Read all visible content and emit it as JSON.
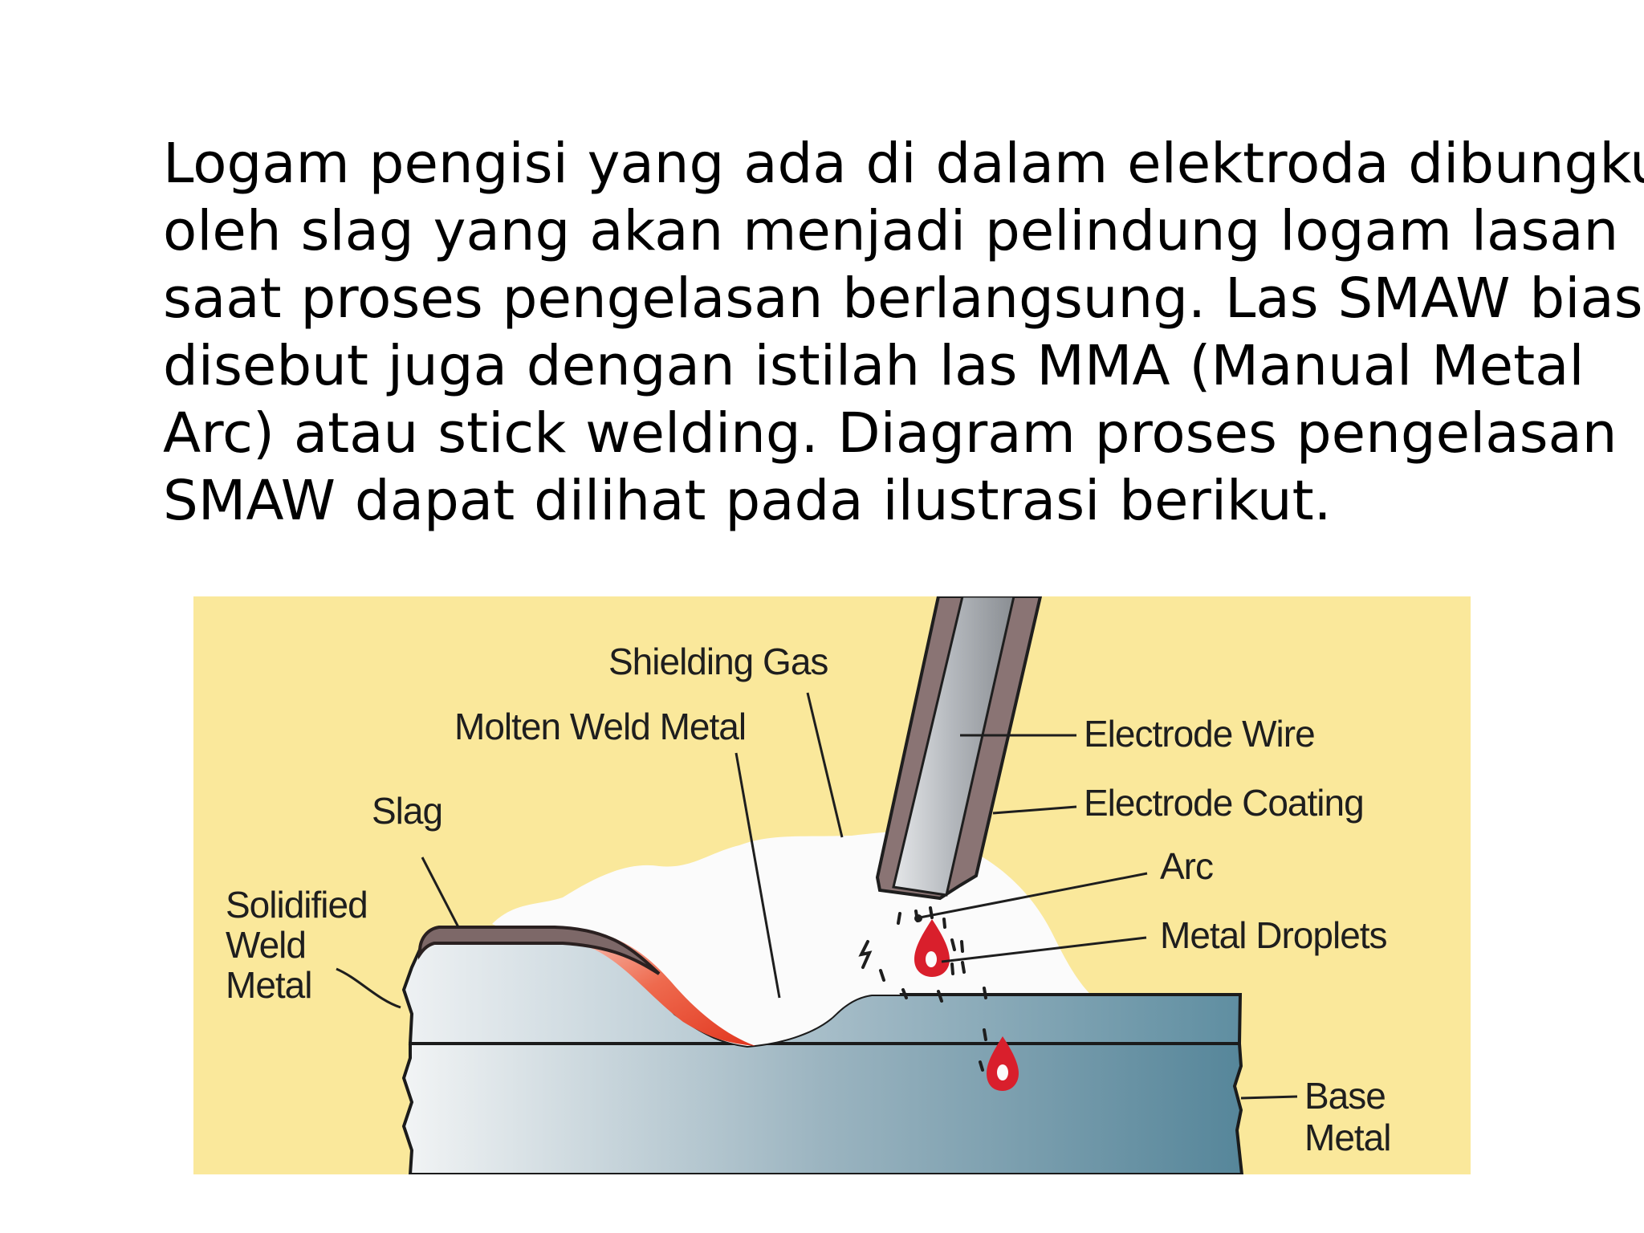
{
  "paragraph": {
    "lines": [
      "Logam pengisi yang ada di dalam elektroda dibungkus",
      "oleh slag yang akan menjadi pelindung logam lasan",
      "saat proses pengelasan berlangsung. Las SMAW biasa",
      "disebut juga dengan istilah las MMA (Manual Metal",
      "Arc) atau stick welding. Diagram proses pengelasan",
      "SMAW dapat dilihat pada ilustrasi berikut."
    ]
  },
  "diagram": {
    "labels": {
      "shielding_gas": "Shielding Gas",
      "molten_weld_metal": "Molten Weld Metal",
      "slag": "Slag",
      "solidified_1": "Solidified",
      "solidified_2": "Weld",
      "solidified_3": "Metal",
      "electrode_wire": "Electrode Wire",
      "electrode_coating": "Electrode Coating",
      "arc": "Arc",
      "metal_droplets": "Metal Droplets",
      "base_metal_1": "Base",
      "base_metal_2": "Metal"
    },
    "colors": {
      "background": "#fae89b",
      "gas_cloud": "#fbfbfb",
      "slag": "#7d6868",
      "molten": "#e8432b",
      "droplet": "#d91f2c",
      "metal_light": "#eef1f3",
      "metal_dark": "#5f8ea1",
      "electrode_coating": "#8a7474",
      "electrode_wire": "#b9bcc0"
    }
  }
}
